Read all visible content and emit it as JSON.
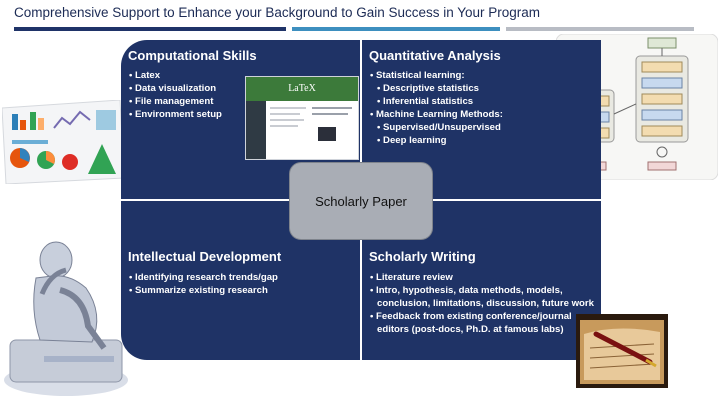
{
  "header": {
    "title": "Comprehensive Support to Enhance your Background to Gain Success in Your Program"
  },
  "center": {
    "label": "Scholarly Paper"
  },
  "panels": {
    "computational": {
      "title": "Computational Skills",
      "items": [
        "Latex",
        "Data visualization",
        "File management",
        "Environment setup"
      ]
    },
    "quantitative": {
      "title": "Quantitative Analysis",
      "items": [
        {
          "text": "Statistical learning:",
          "sub": false
        },
        {
          "text": "Descriptive statistics",
          "sub": true
        },
        {
          "text": "Inferential statistics",
          "sub": true
        },
        {
          "text": "Machine Learning Methods:",
          "sub": false
        },
        {
          "text": "Supervised/Unsupervised",
          "sub": true
        },
        {
          "text": "Deep learning",
          "sub": true
        }
      ]
    },
    "intellectual": {
      "title": "Intellectual Development",
      "items": [
        "Identifying research trends/gap",
        "Summarize existing research"
      ]
    },
    "writing": {
      "title": "Scholarly Writing",
      "items": [
        "Literature review",
        "Intro, hypothesis, data methods, models,",
        "conclusion, limitations, discussion, future work",
        "Feedback from existing conference/journal",
        "editors (post-docs, Ph.D. at famous labs)"
      ],
      "bullets": [
        true,
        true,
        false,
        true,
        false
      ]
    }
  },
  "latex_thumb": {
    "title": "LaTeX"
  },
  "colors": {
    "panel": "#1f3366",
    "bar1": "#1f3368",
    "bar2": "#3d8fbf",
    "bar3": "#b8bcc4",
    "center": "#a9adb5"
  }
}
